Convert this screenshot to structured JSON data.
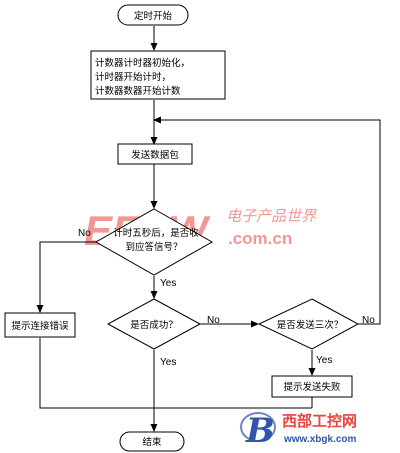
{
  "colors": {
    "line": "#000000",
    "watermark_red": "#e8453c",
    "watermark_blue": "#2f56a8"
  },
  "nodes": {
    "start": "定时开始",
    "init_lines": [
      "计数器计时器初始化，",
      "计时器开始计时，",
      "计数器数器开始计数"
    ],
    "send_packet": "发送数据包",
    "decision_wait_lines": [
      "计时五秒后，是否收",
      "到应答信号？"
    ],
    "decision_success": "是否成功？",
    "decision_three": "是否发送三次？",
    "error_connect": "提示连接错误",
    "error_send": "提示发送失败",
    "end": "结束"
  },
  "edge_labels": {
    "no_wait": "No",
    "yes_wait": "Yes",
    "no_success": "No",
    "yes_success": "Yes",
    "yes_three": "Yes",
    "no_three": "No"
  },
  "watermark1": {
    "logo_text": "EEPW",
    "tagline": "电子产品世界",
    "url": ".com.cn"
  },
  "watermark2": {
    "logo_icon": "b-letter-logo-icon",
    "name": "西部工控网",
    "url": "www.xbgk.com"
  }
}
